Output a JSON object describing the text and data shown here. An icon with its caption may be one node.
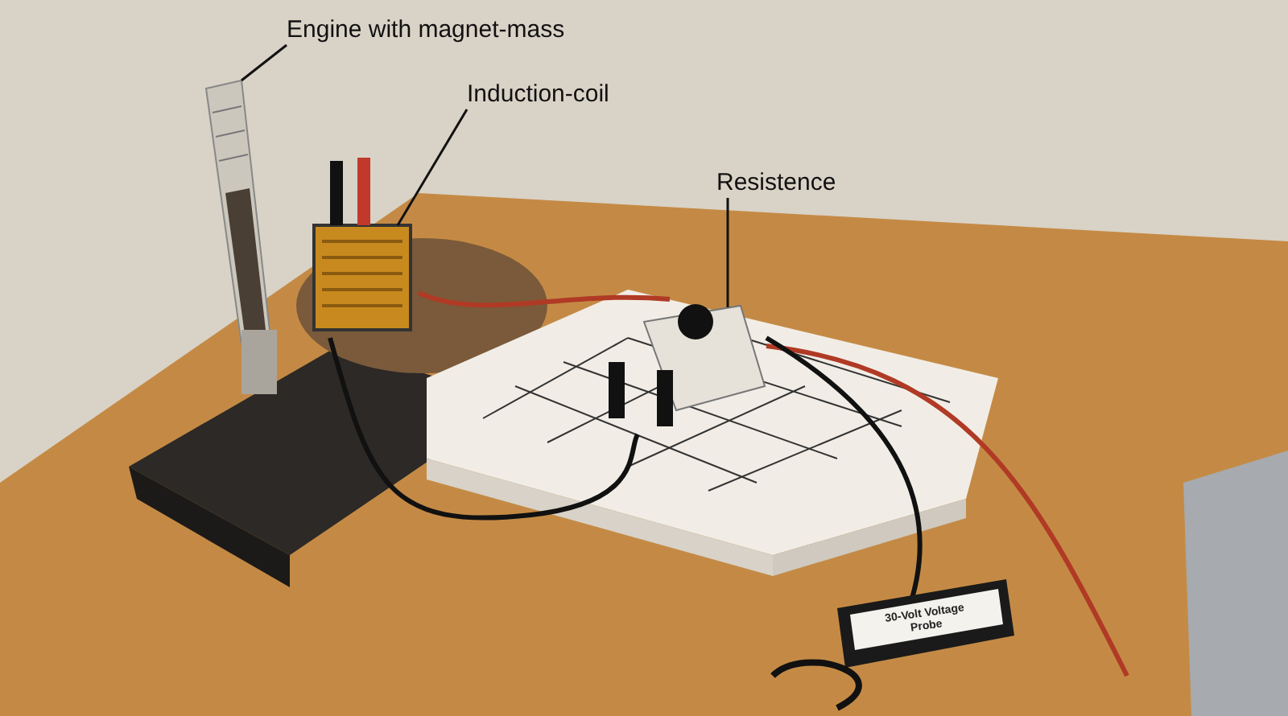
{
  "diagram": {
    "nodes": [
      {
        "text": [
          "Engine with magnet-mass"
        ]
      },
      {
        "text": [],
        "shape": "picture"
      },
      {
        "text": [
          "Induction-coil"
        ]
      },
      {
        "text": [],
        "shape": "picture"
      },
      {
        "text": [
          "Resistence"
        ]
      },
      {
        "text": [],
        "shape": "picture"
      }
    ],
    "edges": [
      {
        "from": 0,
        "to": 1,
        "arrow": "none"
      },
      {
        "from": 2,
        "to": 3,
        "arrow": "none"
      },
      {
        "from": 4,
        "to": 5,
        "arrow": "none"
      }
    ],
    "labels": [
      "30-Volt Voltage Probe"
    ]
  }
}
